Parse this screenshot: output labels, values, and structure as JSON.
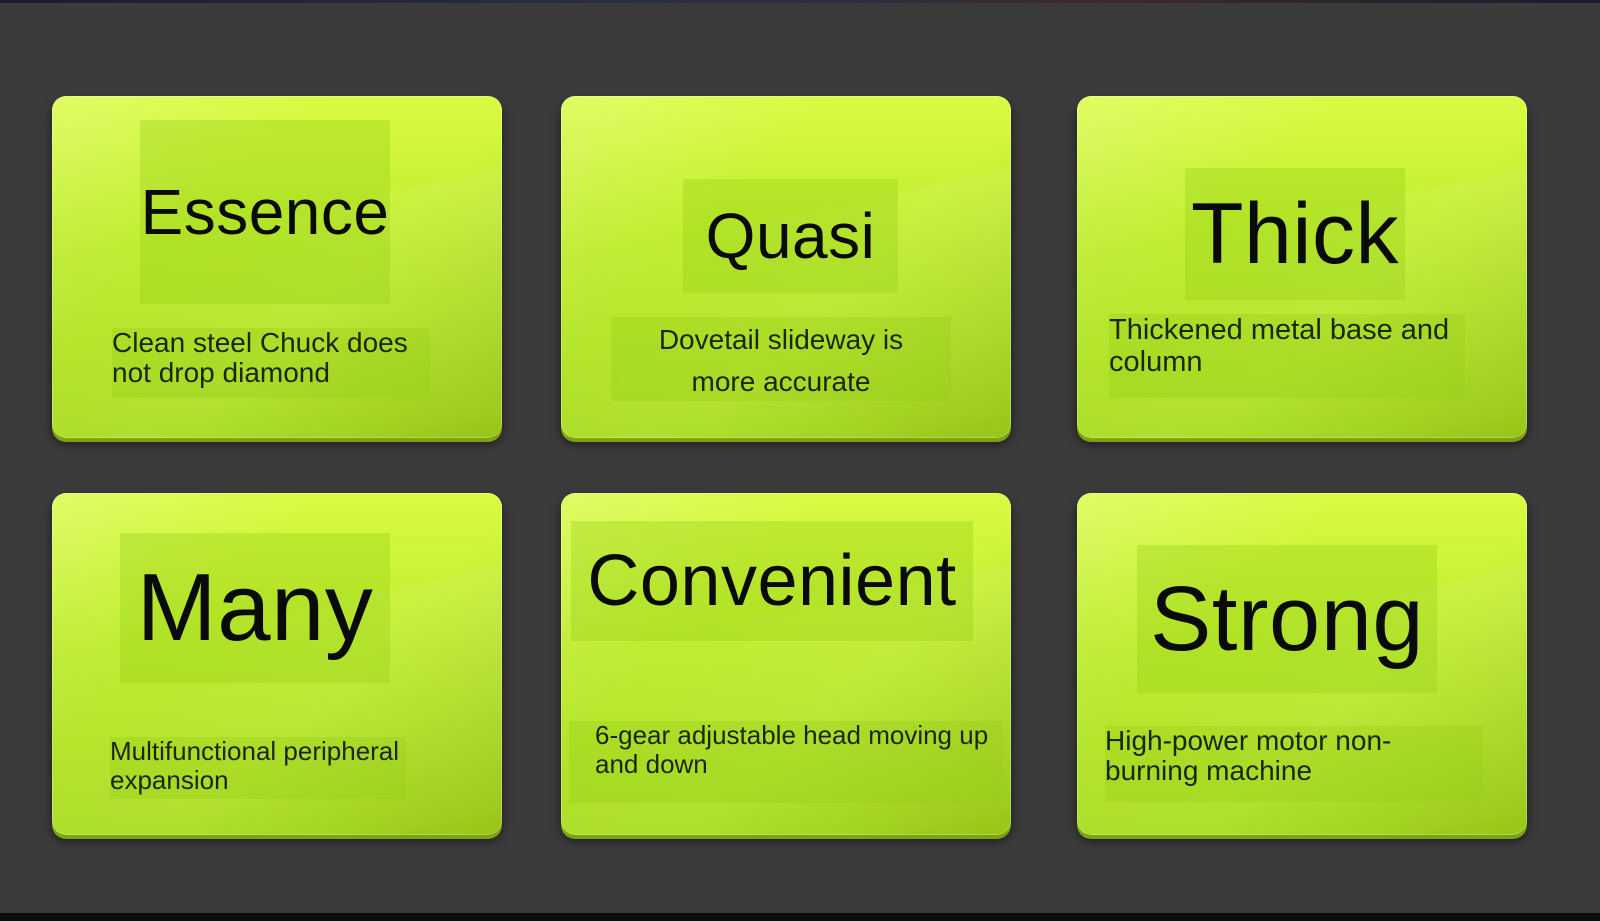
{
  "cards": [
    {
      "title": "Essence",
      "description": "Clean steel Chuck does not drop diamond"
    },
    {
      "title": "Quasi",
      "description": "Dovetail slideway is more accurate"
    },
    {
      "title": "Thick",
      "description": "Thickened metal base and column"
    },
    {
      "title": "Many",
      "description": "Multifunctional peripheral expansion"
    },
    {
      "title": "Convenient",
      "description": "6-gear adjustable head moving up and down"
    },
    {
      "title": "Strong",
      "description": "High-power motor non-burning machine"
    }
  ],
  "colors": {
    "background": "#3b3b3b",
    "card": "#c3f034",
    "text": "#0a0a0a"
  }
}
